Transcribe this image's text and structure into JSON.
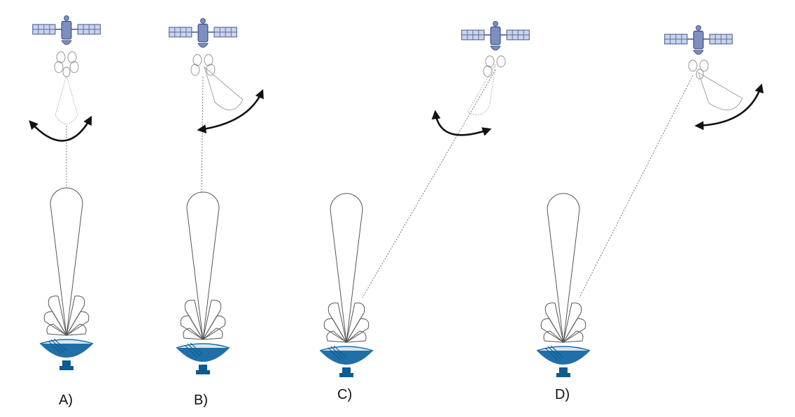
{
  "figure": {
    "colors": {
      "dish": "#1f6fa8",
      "dish_dark": "#0e5a92",
      "satellite_panel": "#c9d4ea",
      "satellite_body": "#7d8fbf",
      "beam_outline": "#666666",
      "line_of_sight": "#777777",
      "arrow": "#111111"
    },
    "panels": [
      {
        "id": "A",
        "label": "A)"
      },
      {
        "id": "B",
        "label": "B)"
      },
      {
        "id": "C",
        "label": "C)"
      },
      {
        "id": "D",
        "label": "D)"
      }
    ]
  }
}
